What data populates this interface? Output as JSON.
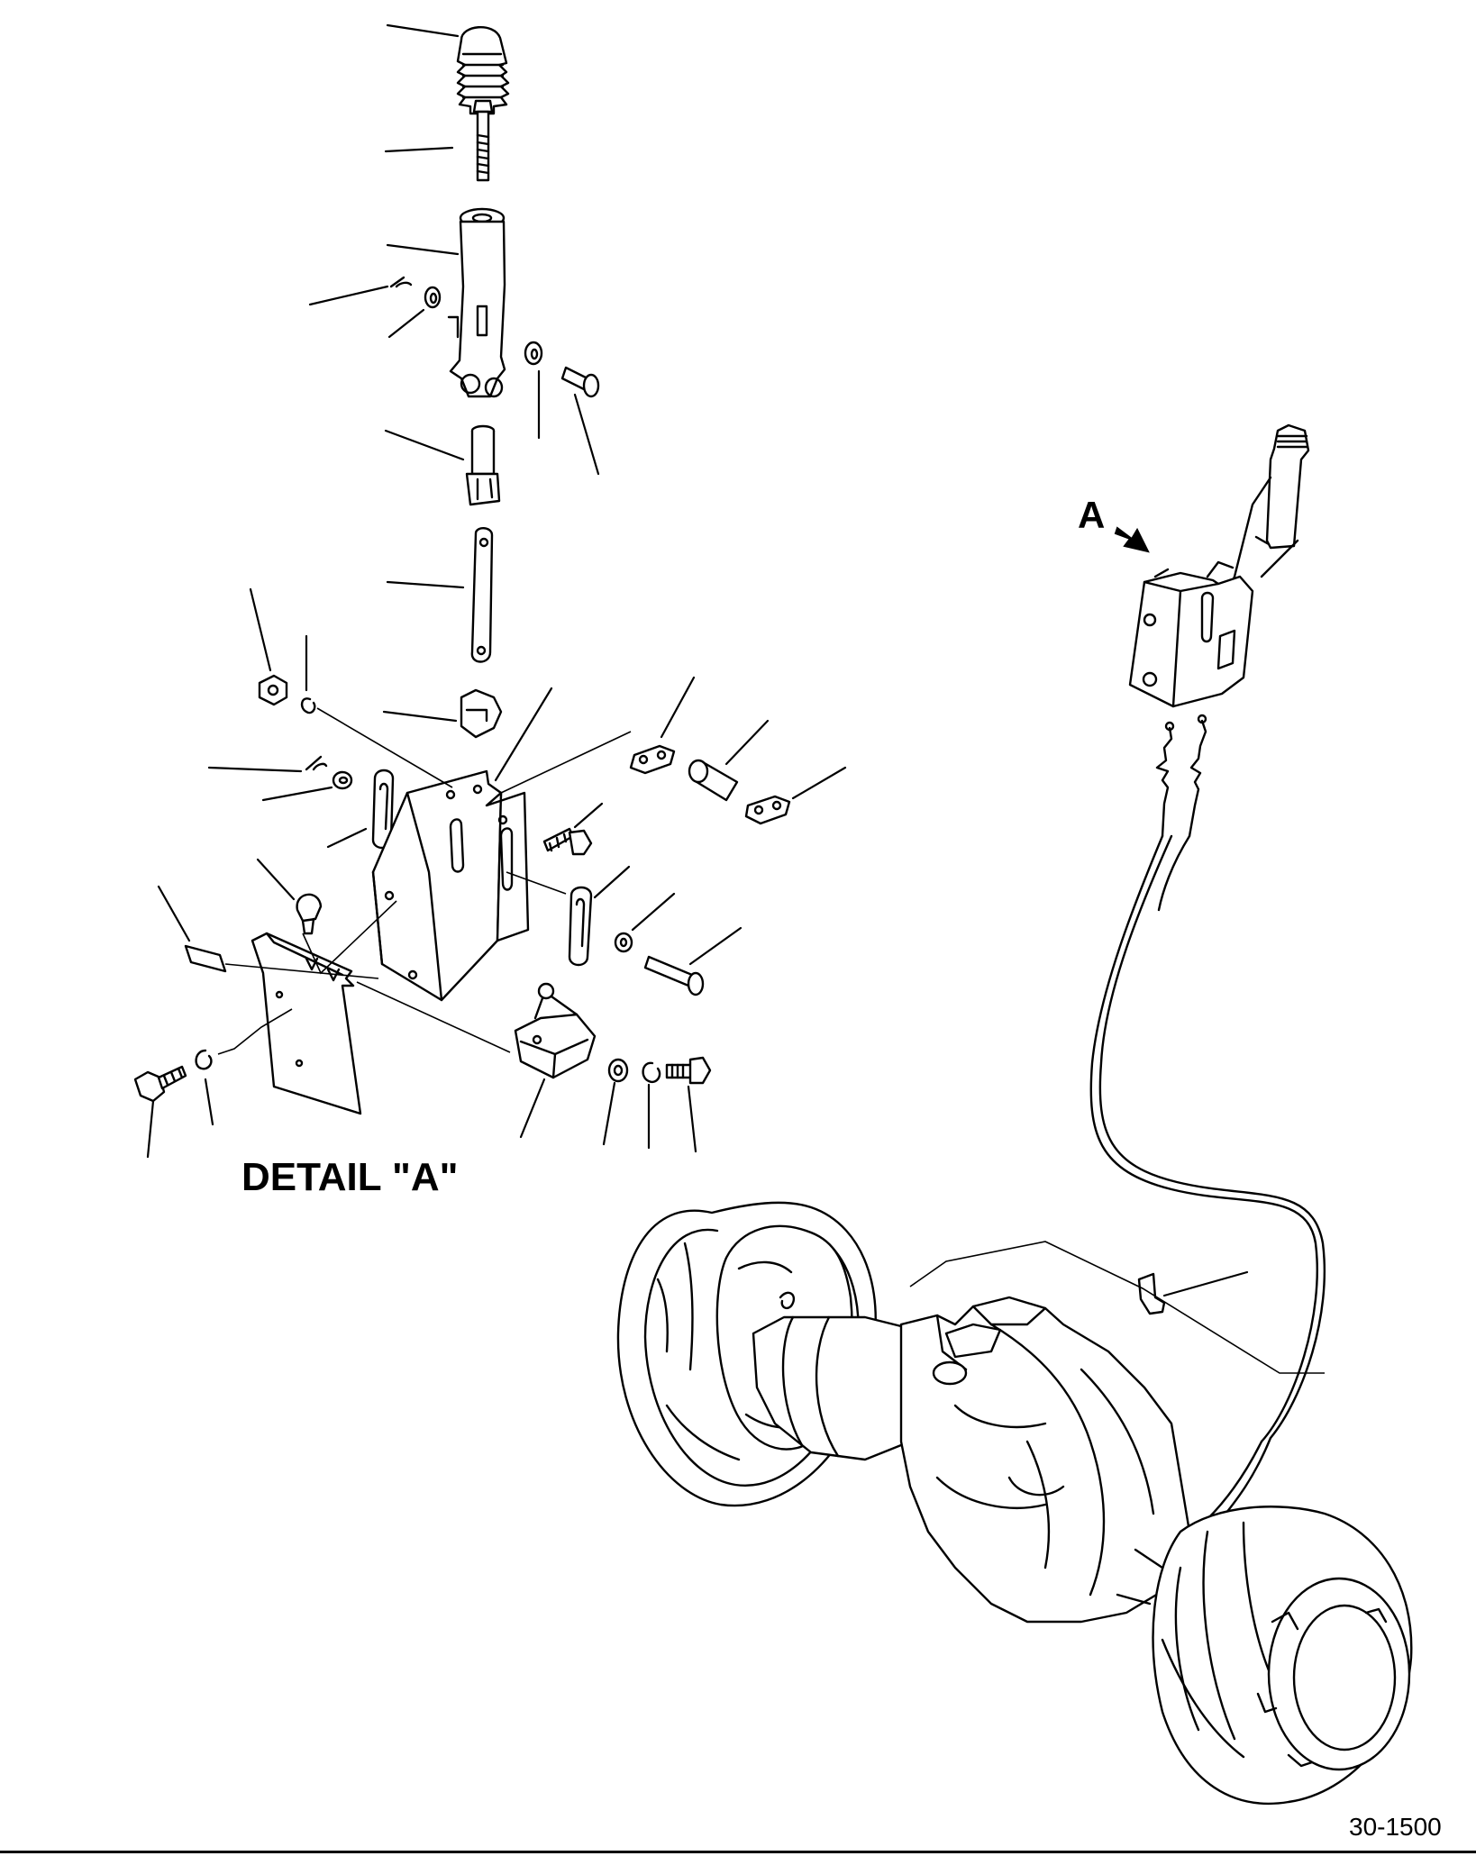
{
  "labels": {
    "detail_title": "DETAIL \"A\"",
    "callout": "A",
    "figure_number": "30-1500"
  }
}
